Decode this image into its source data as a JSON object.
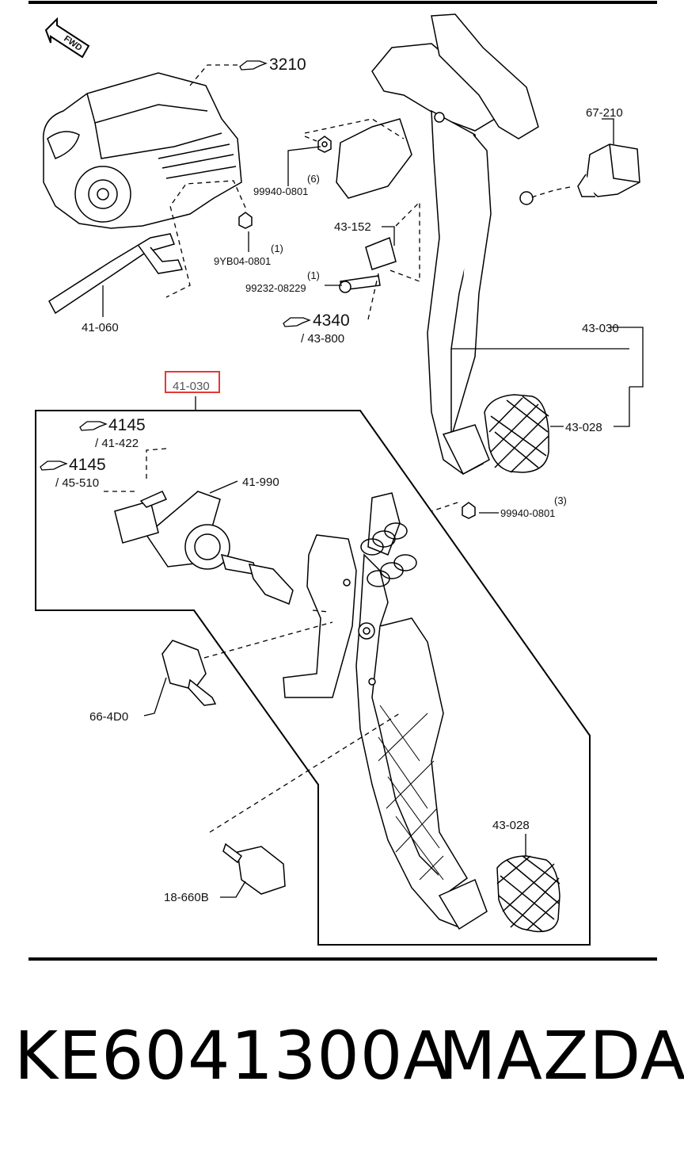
{
  "diagram": {
    "direction_label": "FWD",
    "callouts": {
      "ref_3210": "3210",
      "ref_4340": "4340",
      "ref_4340_sub": "/ 43-800",
      "ref_4145_a": "4145",
      "ref_4145_a_sub": "/ 41-422",
      "ref_4145_b": "4145",
      "ref_4145_b_sub": "/ 45-510"
    },
    "parts": {
      "p_99940_0801_top": "99940-0801",
      "p_99940_0801_top_qty": "(6)",
      "p_9yb04_0801": "9YB04-0801",
      "p_9yb04_0801_qty": "(1)",
      "p_41_060": "41-060",
      "p_43_152": "43-152",
      "p_99232_08229": "99232-08229",
      "p_99232_08229_qty": "(1)",
      "p_67_210": "67-210",
      "p_43_030": "43-030",
      "p_43_028_top": "43-028",
      "p_41_030": "41-030",
      "p_41_990": "41-990",
      "p_99940_0801_mid": "99940-0801",
      "p_99940_0801_mid_qty": "(3)",
      "p_66_4d0": "66-4D0",
      "p_43_028_bottom": "43-028",
      "p_18_660b": "18-660B"
    },
    "highlight_color": "#e53935"
  },
  "footer": {
    "part_number": "KE6041300A",
    "brand": "MAZDA"
  }
}
